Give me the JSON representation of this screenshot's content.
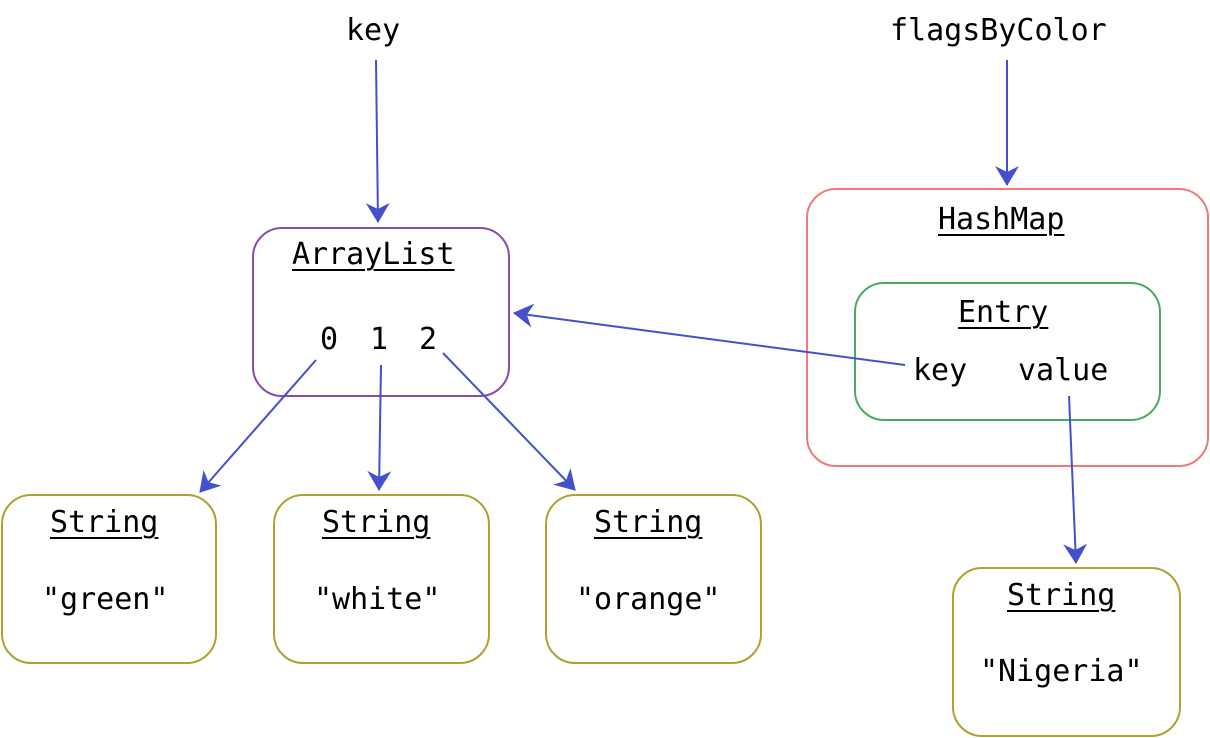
{
  "variables": {
    "key": "key",
    "flagsByColor": "flagsByColor"
  },
  "arraylist": {
    "title": "ArrayList",
    "indices": [
      "0",
      "1",
      "2"
    ]
  },
  "hashmap": {
    "title": "HashMap"
  },
  "entry": {
    "title": "Entry",
    "key_label": "key",
    "value_label": "value"
  },
  "strings": [
    {
      "title": "String",
      "value": "\"green\""
    },
    {
      "title": "String",
      "value": "\"white\""
    },
    {
      "title": "String",
      "value": "\"orange\""
    },
    {
      "title": "String",
      "value": "\"Nigeria\""
    }
  ],
  "colors": {
    "arrow": "#4450cc",
    "arraylist_border": "#8a4aaa",
    "hashmap_border": "#f07a7a",
    "entry_border": "#4caa60",
    "string_border": "#b0a030"
  }
}
